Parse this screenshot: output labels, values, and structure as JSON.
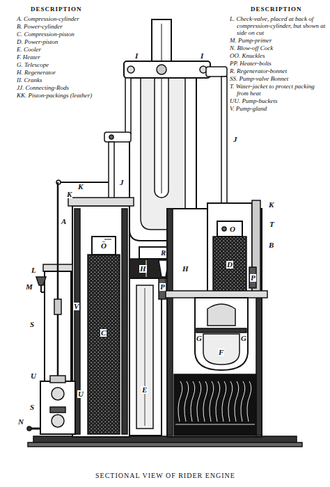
{
  "diagram": {
    "caption": "SECTIONAL VIEW OF RIDER ENGINE",
    "labels": [
      "DESCRIPTION",
      "DESCRIPTION",
      "A. Compression-cylinder",
      "B. Power-cylinder",
      "C. Compression-piston",
      "D. Power-piston",
      "E. Cooler",
      "F. Heater",
      "G. Telescope",
      "H. Regenerator",
      "II. Cranks",
      "JJ. Connecting-Rods",
      "KK. Piston-packings (leather)",
      "L. Check-valve, placed at back of compression-cylinder, but shown at side on cut",
      "M. Pump-primer",
      "N. Blow-off Cock",
      "OO. Knuckles",
      "PP. Heater-bolts",
      "R. Regenerator-bonnet",
      "SS. Pump-valve Bonnet",
      "T. Water-jacket to protect packing from heat",
      "UU. Pump-buckets",
      "V. Pump-gland",
      "I",
      "I",
      "J",
      "J",
      "K",
      "K",
      "K",
      "A",
      "L",
      "M",
      "V",
      "S",
      "U",
      "S",
      "U",
      "N",
      "O",
      "O",
      "R",
      "H",
      "H",
      "C",
      "E",
      "P",
      "P",
      "D",
      "B",
      "T",
      "G",
      "G",
      "F"
    ]
  }
}
